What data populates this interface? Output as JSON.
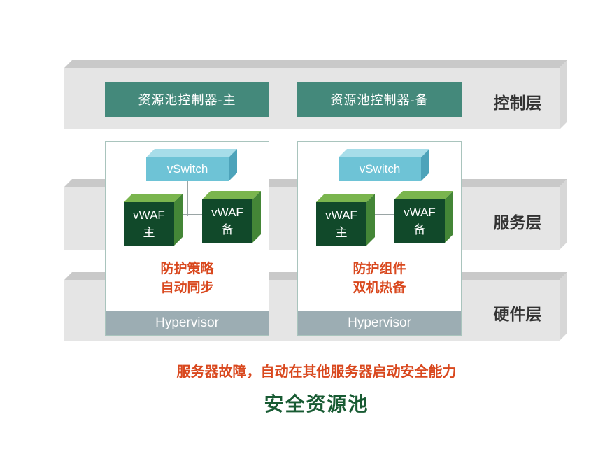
{
  "colors": {
    "band_gray": "#e5e5e5",
    "controller_teal": "#44897b",
    "vswitch_blue": "#6ec3d6",
    "vwaf_dark_green": "#11492a",
    "hypervisor_gray": "#9cadb3",
    "note_red": "#d9481e",
    "title_green": "#185b33"
  },
  "layers": [
    {
      "label": "控制层"
    },
    {
      "label": "服务层"
    },
    {
      "label": "硬件层"
    }
  ],
  "controllers": [
    {
      "label": "资源池控制器-主"
    },
    {
      "label": "资源池控制器-备"
    }
  ],
  "nodes": [
    {
      "vswitch": "vSwitch",
      "vwaf_primary": {
        "line1": "vWAF",
        "line2": "主"
      },
      "vwaf_backup": {
        "line1": "vWAF",
        "line2": "备"
      },
      "note": {
        "line1": "防护策略",
        "line2": "自动同步"
      },
      "hypervisor": "Hypervisor"
    },
    {
      "vswitch": "vSwitch",
      "vwaf_primary": {
        "line1": "vWAF",
        "line2": "主"
      },
      "vwaf_backup": {
        "line1": "vWAF",
        "line2": "备"
      },
      "note": {
        "line1": "防护组件",
        "line2": "双机热备"
      },
      "hypervisor": "Hypervisor"
    }
  ],
  "footer": {
    "note": "服务器故障，自动在其他服务器启动安全能力",
    "title": "安全资源池"
  }
}
